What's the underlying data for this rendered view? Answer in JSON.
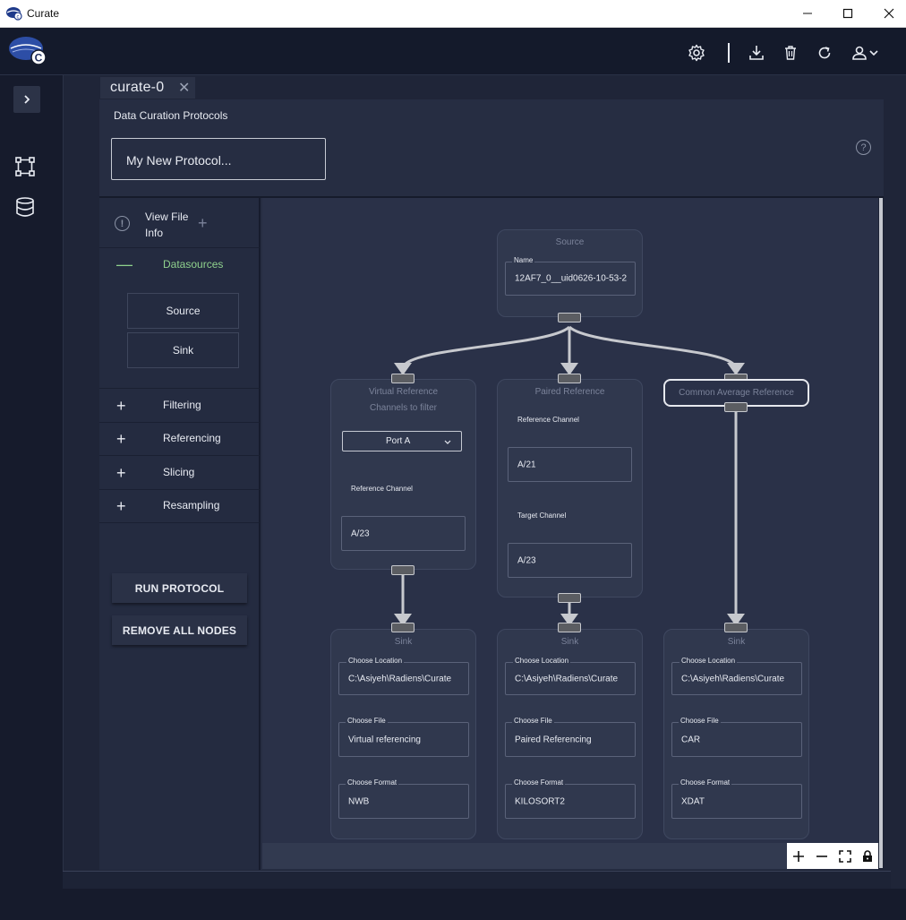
{
  "window": {
    "title": "Curate"
  },
  "tab": {
    "label": "curate-0"
  },
  "panel": {
    "title": "Data Curation Protocols",
    "protocol_name": "My New Protocol..."
  },
  "sidebar": {
    "view_file_info": [
      "View File",
      "Info"
    ],
    "datasources_label": "Datasources",
    "datasource_nodes": [
      "Source",
      "Sink"
    ],
    "categories": [
      "Filtering",
      "Referencing",
      "Slicing",
      "Resampling"
    ],
    "run_button": "RUN PROTOCOL",
    "remove_button": "REMOVE ALL NODES"
  },
  "canvas": {
    "source": {
      "title": "Source",
      "name_label": "Name",
      "name_value": "12AF7_0__uid0626-10-53-2"
    },
    "virtual_reference": {
      "title": "Virtual Reference",
      "subtitle": "Channels to filter",
      "port": "Port A",
      "ref_label": "Reference Channel",
      "ref_value": "A/23"
    },
    "paired_reference": {
      "title": "Paired Reference",
      "ref_label": "Reference Channel",
      "ref_value": "A/21",
      "target_label": "Target Channel",
      "target_value": "A/23"
    },
    "car": {
      "title": "Common Average Reference"
    },
    "sinks": [
      {
        "title": "Sink",
        "loc_label": "Choose Location",
        "loc_value": "C:\\Asiyeh\\Radiens\\Curate",
        "file_label": "Choose File",
        "file_value": "Virtual referencing",
        "format_label": "Choose Format",
        "format_value": "NWB"
      },
      {
        "title": "Sink",
        "loc_label": "Choose Location",
        "loc_value": "C:\\Asiyeh\\Radiens\\Curate",
        "file_label": "Choose File",
        "file_value": "Paired Referencing",
        "format_label": "Choose Format",
        "format_value": "KILOSORT2"
      },
      {
        "title": "Sink",
        "loc_label": "Choose Location",
        "loc_value": "C:\\Asiyeh\\Radiens\\Curate",
        "file_label": "Choose File",
        "file_value": "CAR",
        "format_label": "Choose Format",
        "format_value": "XDAT"
      }
    ]
  },
  "icons": {
    "header": [
      "gear-icon",
      "download-icon",
      "trash-icon",
      "refresh-icon",
      "user-icon",
      "chevron-down-icon"
    ],
    "rail": [
      "chevron-right-icon",
      "graph-nodes-icon",
      "database-icon"
    ],
    "zoom": [
      "zoom-in-icon",
      "zoom-out-icon",
      "fit-view-icon",
      "lock-icon"
    ]
  },
  "colors": {
    "background": "#161b2c",
    "panel": "#262d42",
    "node": "#30384e",
    "accent_green": "#8fd18d",
    "edge": "#c7c9ce"
  }
}
